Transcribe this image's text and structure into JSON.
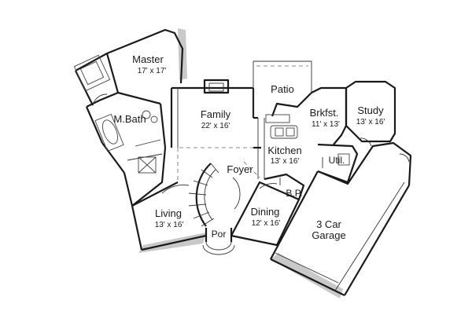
{
  "rooms": {
    "master": {
      "name": "Master",
      "size": "17' x 17'"
    },
    "mbath": {
      "name": "M.Bath"
    },
    "family": {
      "name": "Family",
      "size": "22' x 16'"
    },
    "patio": {
      "name": "Patio"
    },
    "brkfst": {
      "name": "Brkfst.",
      "size": "11' x 13'"
    },
    "study": {
      "name": "Study",
      "size": "13' x 16'"
    },
    "kitchen": {
      "name": "Kitchen",
      "size": "13' x 16'"
    },
    "foyer": {
      "name": "Foyer"
    },
    "util": {
      "name": "Util."
    },
    "bp": {
      "name": "B.P."
    },
    "living": {
      "name": "Living",
      "size": "13' x 16'"
    },
    "dining": {
      "name": "Dining",
      "size": "12' x 16'"
    },
    "por": {
      "name": "Por"
    },
    "garage": {
      "name": "3 Car",
      "name2": "Garage"
    }
  },
  "colors": {
    "wall": "#1a1a1a",
    "shadow": "#c9c9c9",
    "background": "#ffffff"
  }
}
